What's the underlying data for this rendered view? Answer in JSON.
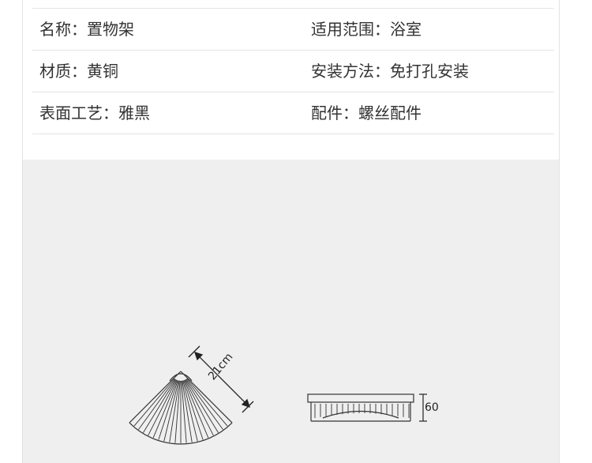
{
  "specs": {
    "rows": [
      {
        "left": "名称：置物架",
        "right": "适用范围：浴室"
      },
      {
        "left": "材质：黄铜",
        "right": "安装方法：免打孔安装"
      },
      {
        "left": "表面工艺：雅黑",
        "right": "配件：螺丝配件"
      }
    ]
  },
  "diagram": {
    "width_label": "21cm",
    "height_label": "60"
  },
  "colors": {
    "panel_bg": "#efefef",
    "line": "#333333",
    "row_border": "#e4e4e4"
  }
}
